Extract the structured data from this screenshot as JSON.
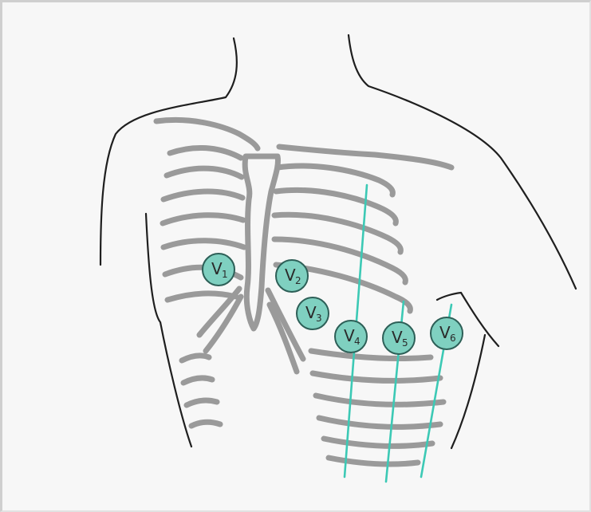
{
  "diagram": {
    "colors": {
      "background": "#f7f7f7",
      "outline": "#1f1f1f",
      "bone": "#9a9a9a",
      "electrode_fill": "#7fd0c0",
      "electrode_stroke": "#2d5f57",
      "guide_line": "#3cc9b5"
    },
    "electrodes": [
      {
        "letter": "V",
        "sub": "1"
      },
      {
        "letter": "V",
        "sub": "2"
      },
      {
        "letter": "V",
        "sub": "3"
      },
      {
        "letter": "V",
        "sub": "4"
      },
      {
        "letter": "V",
        "sub": "5"
      },
      {
        "letter": "V",
        "sub": "6"
      }
    ]
  }
}
